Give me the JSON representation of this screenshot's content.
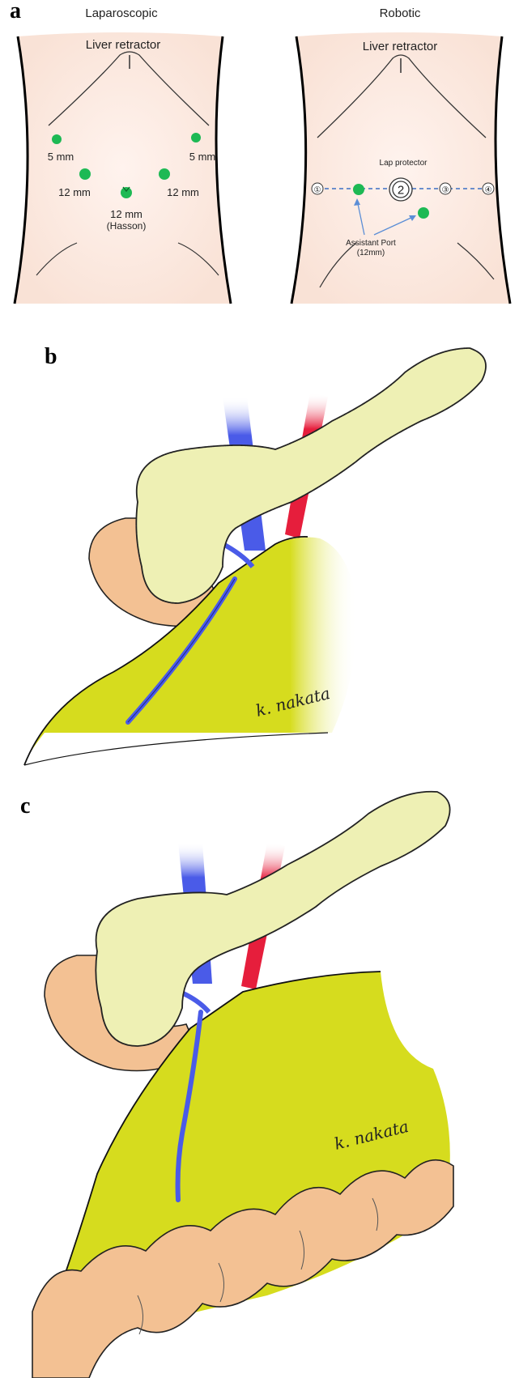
{
  "panels": {
    "a": {
      "letter": "a",
      "laparoscopic": {
        "title": "Laparoscopic",
        "liver_retractor": "Liver retractor",
        "ports": [
          {
            "label": "5 mm"
          },
          {
            "label": "5 mm"
          },
          {
            "label": "12 mm"
          },
          {
            "label": "12 mm"
          },
          {
            "label": "12 mm",
            "sublabel": "(Hasson)"
          }
        ]
      },
      "robotic": {
        "title": "Robotic",
        "liver_retractor": "Liver retractor",
        "lap_protector": "Lap protector",
        "arm_numbers": [
          "①",
          "2",
          "③",
          "④"
        ],
        "assistant_port": "Assistant Port",
        "assistant_port_size": "(12mm)"
      }
    },
    "b": {
      "letter": "b",
      "signature": "k. nakata"
    },
    "c": {
      "letter": "c",
      "signature": "k. nakata"
    }
  },
  "colors": {
    "skin": "#fbe8e0",
    "port_green": "#1db954",
    "pancreas": "#eef0b4",
    "stomach": "#d6dc1e",
    "duodenum": "#f3c193",
    "vein": "#4a5be8",
    "artery": "#e61e3c",
    "dashed_line": "#3b6fc4"
  }
}
